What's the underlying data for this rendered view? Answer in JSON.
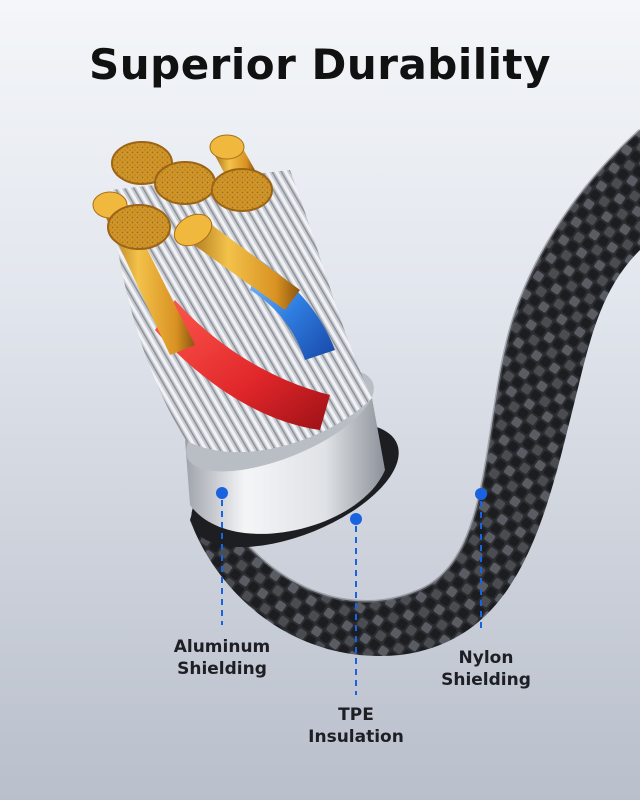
{
  "title": "Superior Durability",
  "colors": {
    "accent_blue": "#1a63e0",
    "red_wire": "#e0262a",
    "blue_wire": "#2f7de0",
    "gold": "#e3a32a",
    "nylon_braid": "#2a2b2f",
    "aluminum": "#d9dce1"
  },
  "callouts": {
    "aluminum": {
      "line1": "Aluminum",
      "line2": "Shielding"
    },
    "tpe": {
      "line1": "TPE",
      "line2": "Insulation"
    },
    "nylon": {
      "line1": "Nylon",
      "line2": "Shielding"
    }
  }
}
